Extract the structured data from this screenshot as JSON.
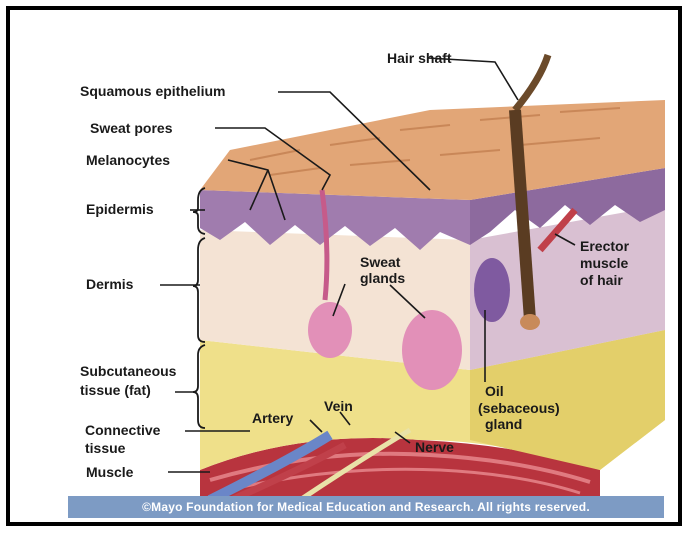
{
  "labels": {
    "hair_shaft": "Hair shaft",
    "squamous_epithelium": "Squamous epithelium",
    "sweat_pores": "Sweat pores",
    "melanocytes": "Melanocytes",
    "epidermis": "Epidermis",
    "dermis": "Dermis",
    "sweat_glands_1": "Sweat",
    "sweat_glands_2": "glands",
    "erector_1": "Erector",
    "erector_2": "muscle",
    "erector_3": "of hair",
    "subcutaneous_1": "Subcutaneous",
    "subcutaneous_2": "tissue (fat)",
    "oil_1": "Oil",
    "oil_2": "(sebaceous)",
    "oil_3": "gland",
    "vein": "Vein",
    "artery": "Artery",
    "nerve": "Nerve",
    "connective_1": "Connective",
    "connective_2": "tissue",
    "muscle": "Muscle"
  },
  "credit": "©Mayo Foundation for Medical Education and Research.  All rights reserved.",
  "colors": {
    "epidermis_top": "#e0a477",
    "epidermis_layer": "#9b7aaa",
    "dermis": "#f3e2d2",
    "fat": "#eedc78",
    "muscle": "#c0404a",
    "vein": "#6a86c8",
    "credit_bar": "#7d9bc4"
  }
}
